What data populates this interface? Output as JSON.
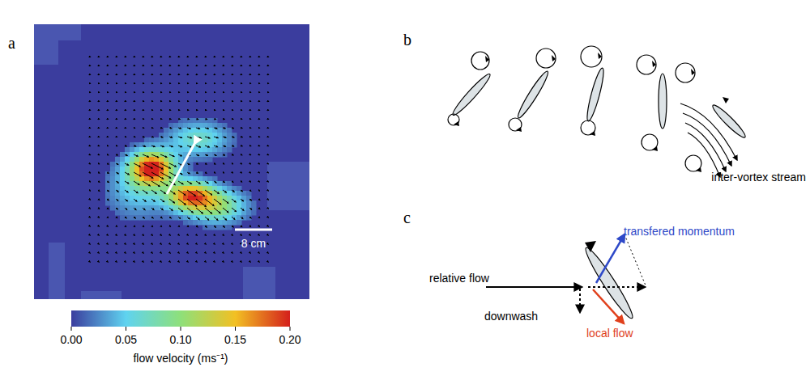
{
  "diagram": {
    "labels": [
      "a",
      "b",
      "c",
      "8 cm",
      "0.00",
      "0.05",
      "0.10",
      "0.15",
      "0.20",
      "flow velocity (ms⁻¹)",
      "inter-vortex stream",
      "relative flow",
      "transfered momentum",
      "downwash",
      "local flow"
    ]
  }
}
